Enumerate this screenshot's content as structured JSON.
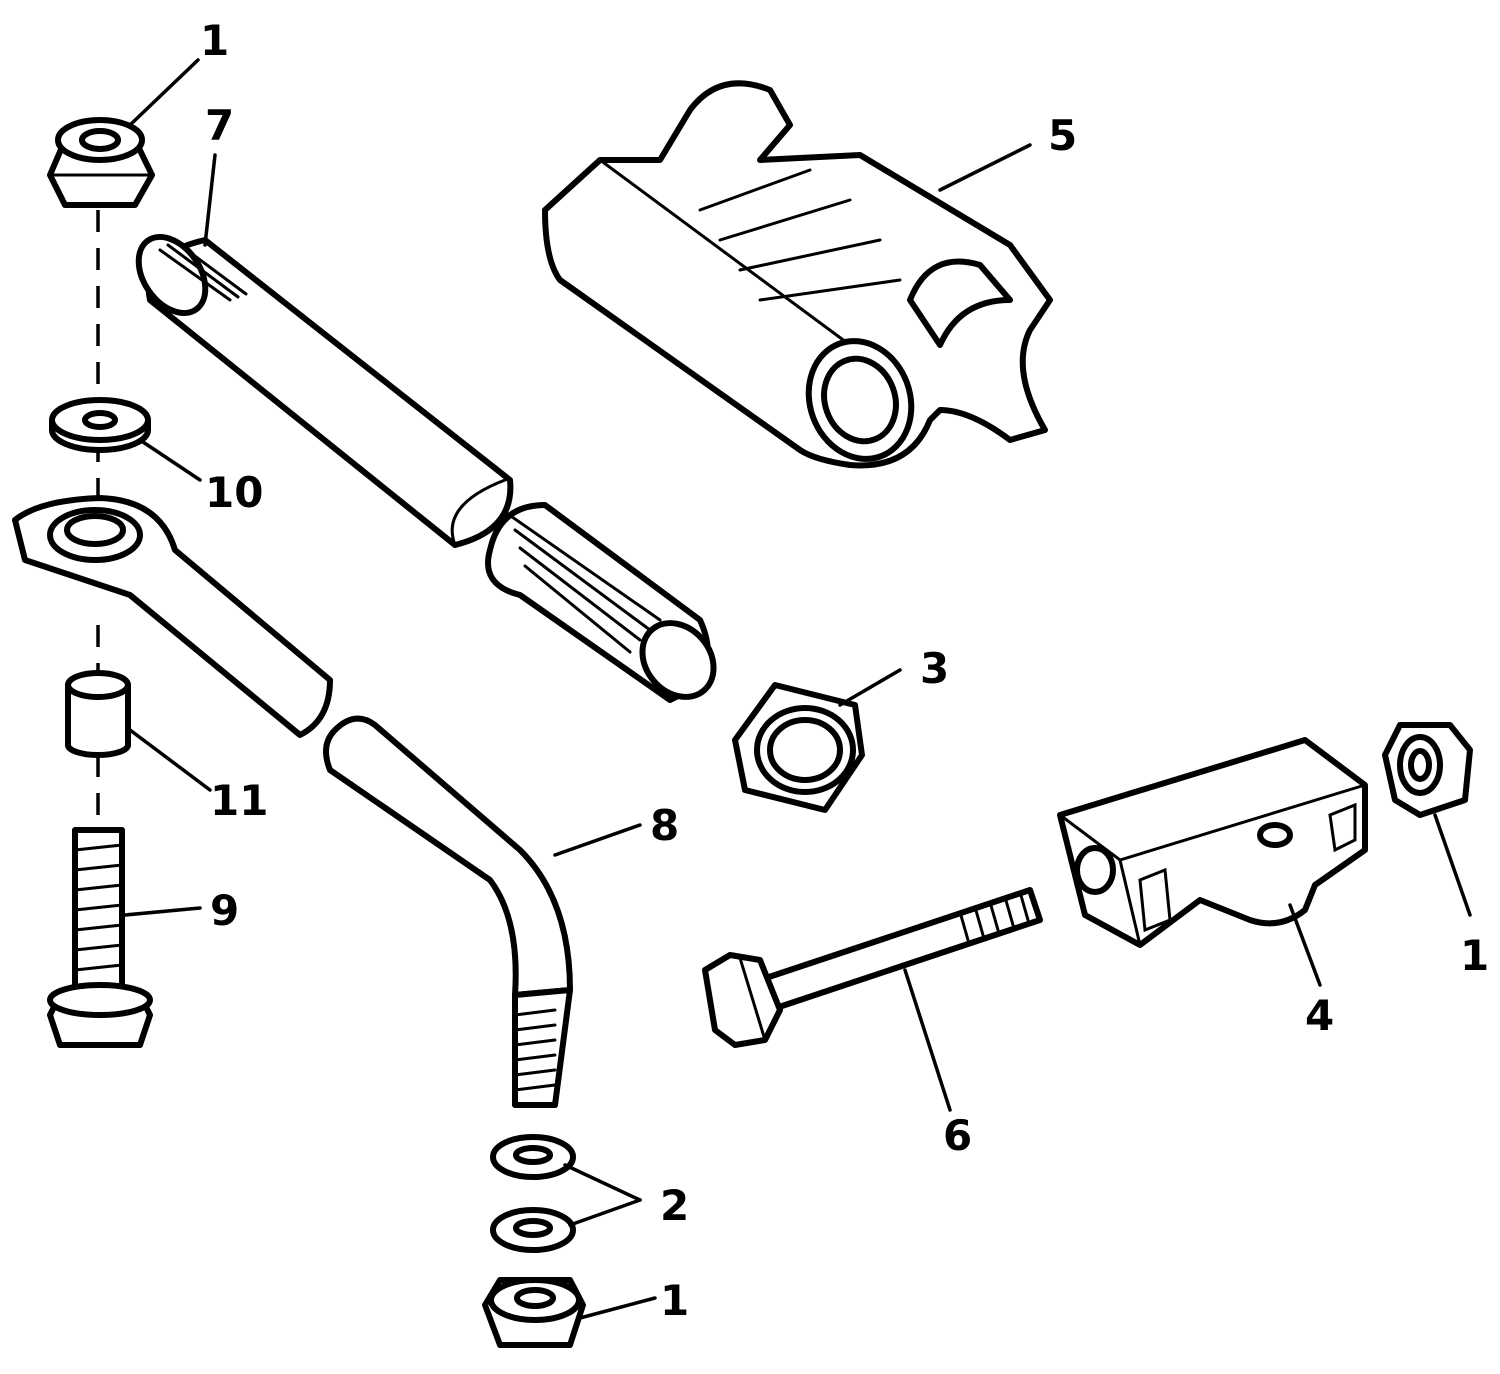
{
  "callouts": {
    "c1_top": "1",
    "c7": "7",
    "c5": "5",
    "c10": "10",
    "c3": "3",
    "c11": "11",
    "c8": "8",
    "c9": "9",
    "c1_right": "1",
    "c4": "4",
    "c6": "6",
    "c2": "2",
    "c1_bottom": "1"
  },
  "colors": {
    "line": "#000000",
    "background": "#ffffff"
  }
}
